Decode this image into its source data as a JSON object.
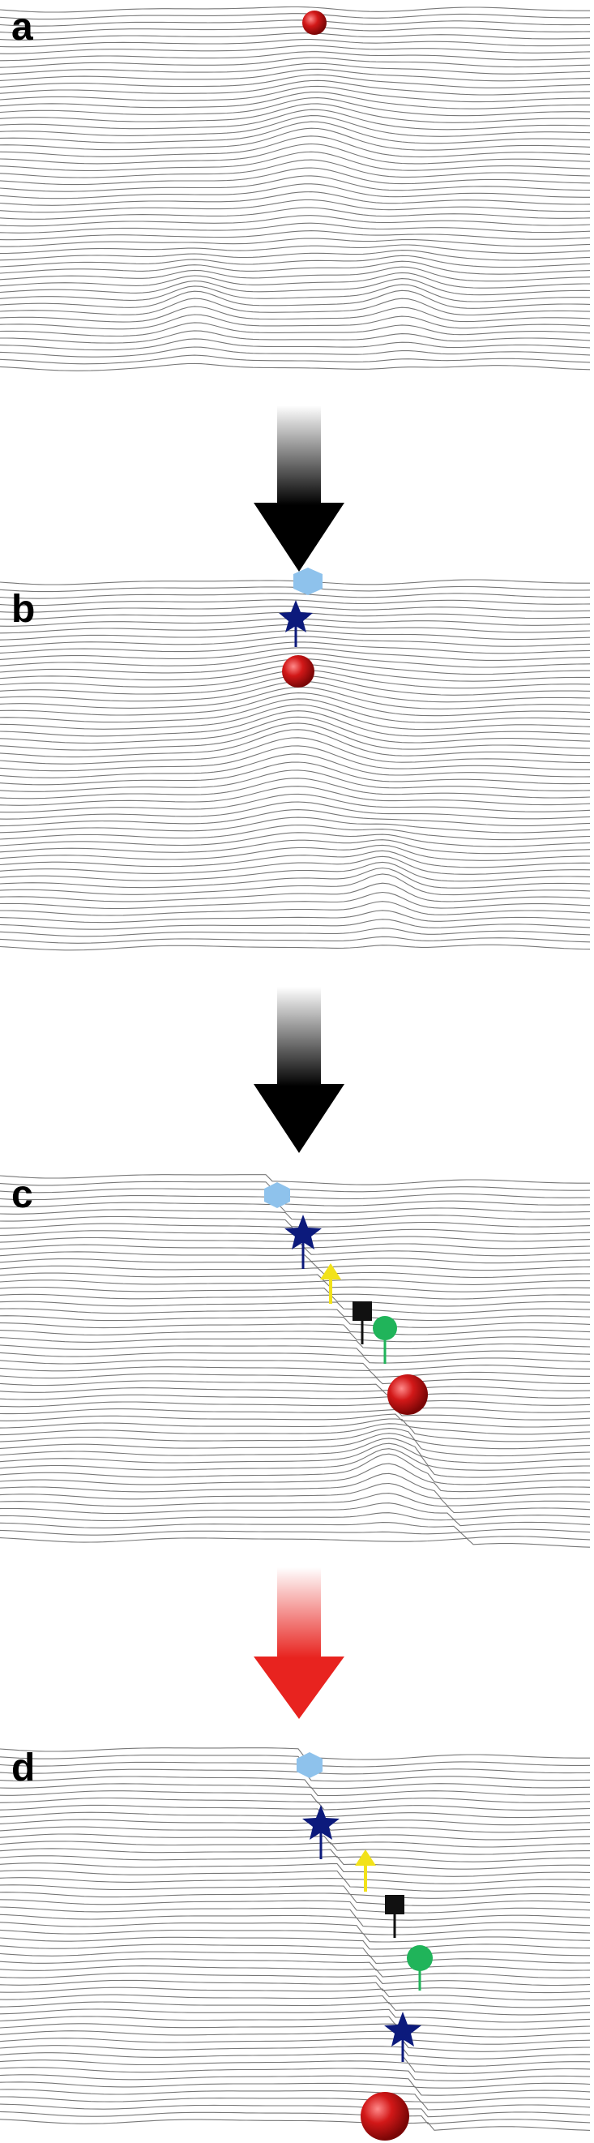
{
  "panels": [
    {
      "id": "a",
      "label": "a"
    },
    {
      "id": "b",
      "label": "b"
    },
    {
      "id": "c",
      "label": "c"
    },
    {
      "id": "d",
      "label": "d"
    }
  ],
  "arrows": [
    {
      "color": "#000000"
    },
    {
      "color": "#000000"
    },
    {
      "color": "#e8231f"
    }
  ],
  "colors": {
    "red_ball": "#cc1414",
    "light_blue_hexagon": "#8ec2ec",
    "dark_blue_star": "#0c1a7c",
    "yellow_arrow": "#f2e21a",
    "black_square": "#111111",
    "green_circle": "#20b45a",
    "line_gray": "#4a4a4a"
  },
  "markers": [
    "red-ball-icon",
    "hexagon-icon",
    "star-icon",
    "yellow-arrow-icon",
    "black-square-pin-icon",
    "green-circle-pin-icon"
  ]
}
